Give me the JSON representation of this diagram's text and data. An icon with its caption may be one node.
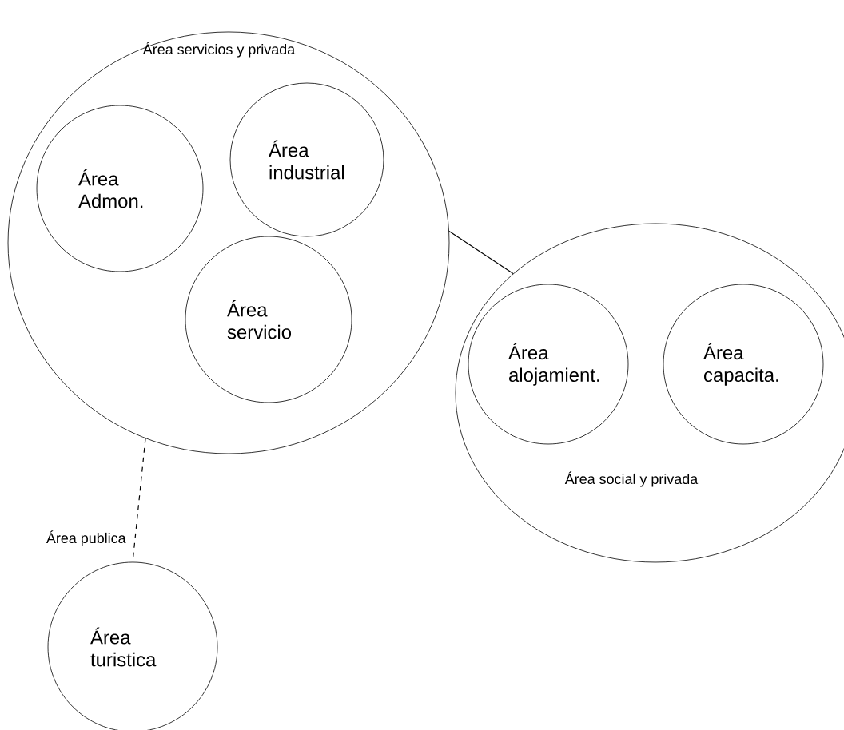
{
  "diagram": {
    "nodes": [
      {
        "text": [
          "Área servicios y privada"
        ]
      },
      {
        "text": [
          "Área Admon."
        ],
        "in": 0
      },
      {
        "text": [
          "Área industrial"
        ],
        "in": 0
      },
      {
        "text": [
          "Área servicio"
        ],
        "in": 0
      },
      {
        "text": [
          "Área social y privada"
        ]
      },
      {
        "text": [
          "Área alojamient."
        ],
        "in": 4
      },
      {
        "text": [
          "Área capacita."
        ],
        "in": 4
      },
      {
        "text": [
          "Área publica",
          "Área turistica"
        ]
      }
    ],
    "edges": [
      {
        "from": 0,
        "to": 4,
        "arrow": "none"
      },
      {
        "from": 0,
        "to": 7,
        "arrow": "none",
        "style": "dashed"
      }
    ]
  }
}
